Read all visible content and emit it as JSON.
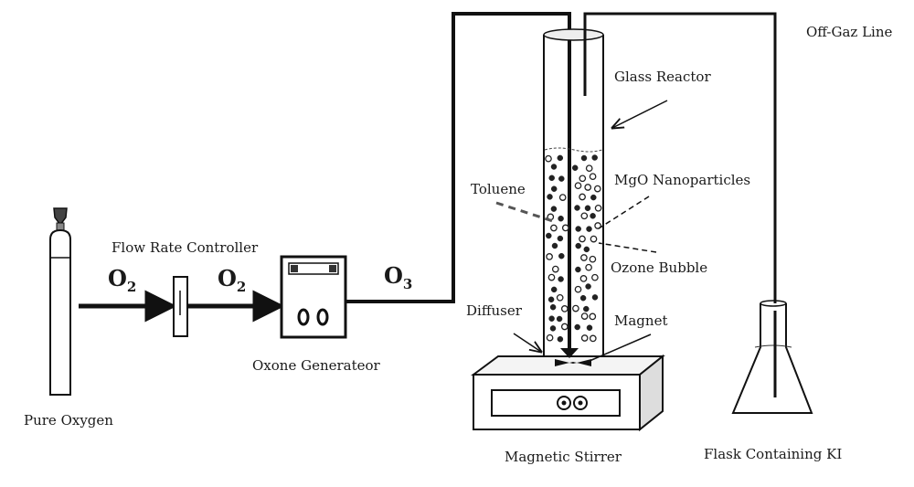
{
  "labels": {
    "pure_oxygen": "Pure Oxygen",
    "flow_rate_controller": "Flow Rate Controller",
    "ozone_generator": "Oxone Generateor",
    "glass_reactor": "Glass Reactor",
    "off_gas_line": "Off-Gaz Line",
    "mgo_nanoparticles": "MgO Nanoparticles",
    "toluene": "Toluene",
    "ozone_bubble": "Ozone Bubble",
    "diffuser": "Diffuser",
    "magnet": "Magnet",
    "magnetic_stirrer": "Magnetic Stirrer",
    "flask": "Flask Containing KI"
  },
  "gas_labels": {
    "o2_first": {
      "base": "O",
      "sub": "2"
    },
    "o2_second": {
      "base": "O",
      "sub": "2"
    },
    "o3": {
      "base": "O",
      "sub": "3"
    }
  },
  "colors": {
    "line": "#111111",
    "liquid_particle": "#222222",
    "bubble": "#ffffff"
  }
}
